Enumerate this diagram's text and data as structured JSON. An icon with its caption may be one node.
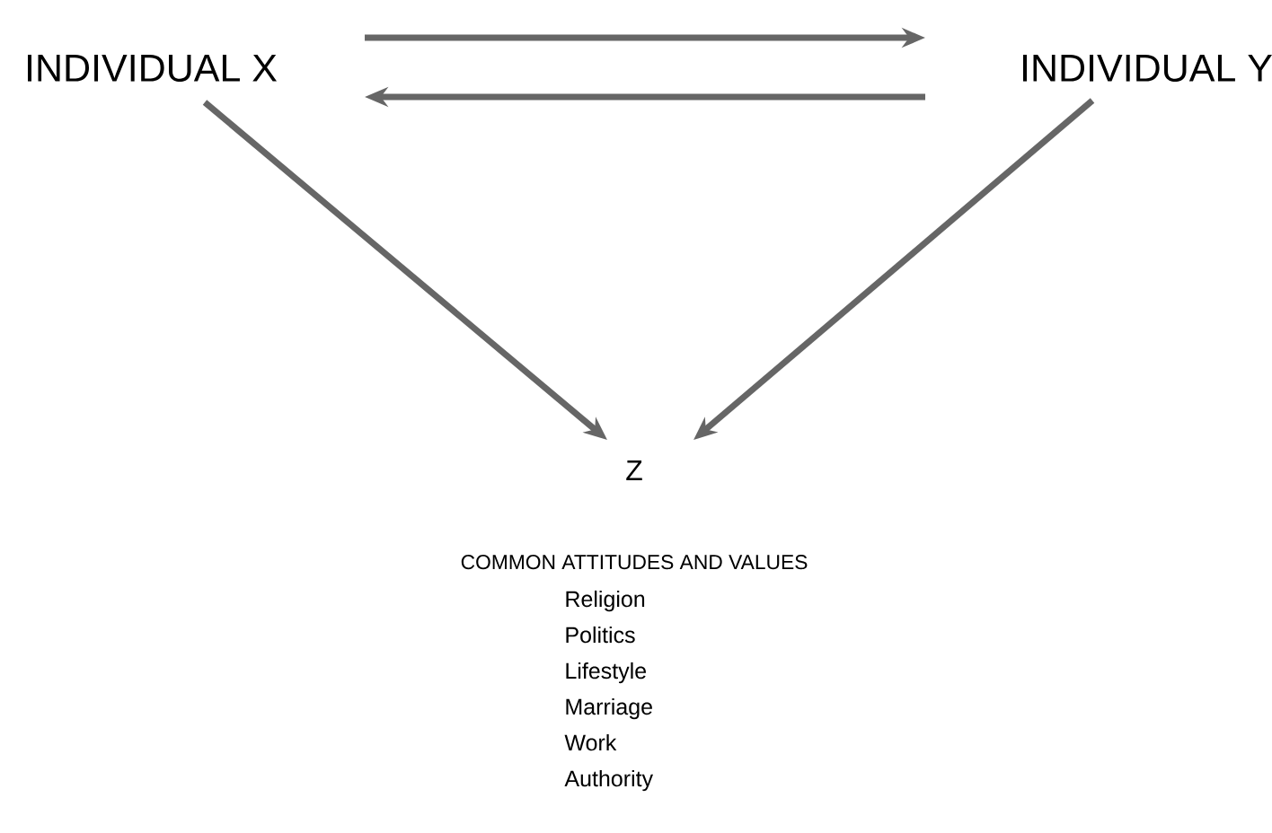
{
  "diagram": {
    "nodes": [
      {
        "text": [
          "INDIVIDUAL X"
        ]
      },
      {
        "text": [
          "INDIVIDUAL Y"
        ]
      },
      {
        "text": [
          "Z"
        ]
      }
    ],
    "edges": [
      {
        "from": 0,
        "to": 1,
        "arrow": "to"
      },
      {
        "from": 1,
        "to": 0,
        "arrow": "to"
      },
      {
        "from": 0,
        "to": 2,
        "arrow": "to"
      },
      {
        "from": 1,
        "to": 2,
        "arrow": "to"
      }
    ],
    "labels": [
      "COMMON ATTITUDES AND VALUES",
      "Religion",
      "Politics",
      "Lifestyle",
      "Marriage",
      "Work",
      "Authority"
    ]
  }
}
